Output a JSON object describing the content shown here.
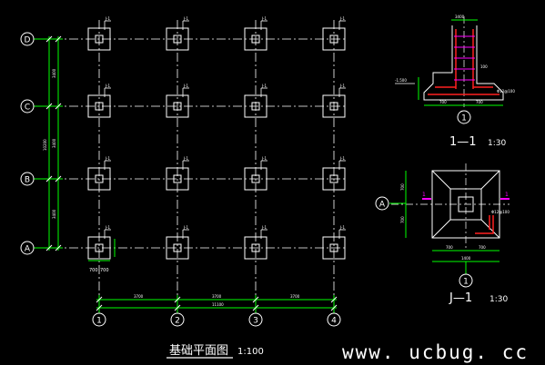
{
  "plan": {
    "title": "基础平面图",
    "scale": "1:100",
    "row_axes": [
      "D",
      "C",
      "B",
      "A"
    ],
    "col_axes": [
      "1",
      "2",
      "3",
      "4"
    ],
    "footing_tag": "J-1",
    "left_dims": [
      "3400",
      "3400",
      "3400"
    ],
    "left_total": "10200",
    "bottom_dims": [
      "3700",
      "3700",
      "3700"
    ],
    "bottom_total": "11100",
    "pad_dims": [
      "700",
      "700"
    ]
  },
  "section": {
    "title": "1—1",
    "scale": "1:30",
    "axis": "1",
    "labels": [
      "3400",
      "-1.500",
      "Φ12@100",
      "100",
      "700",
      "700"
    ]
  },
  "footing_plan": {
    "title": "J—1",
    "scale": "1:30",
    "axis_top": "A",
    "axis_bottom": "1",
    "section_mark": "1",
    "labels": [
      "700",
      "700",
      "Φ12@100",
      "1400"
    ]
  },
  "watermark": "www. ucbug. cc",
  "colors": {
    "white": "#ffffff",
    "cyan": "#00ffff",
    "green": "#00ff00",
    "red": "#ff2020",
    "magenta": "#ff00ff",
    "yellow": "#ffff00"
  }
}
